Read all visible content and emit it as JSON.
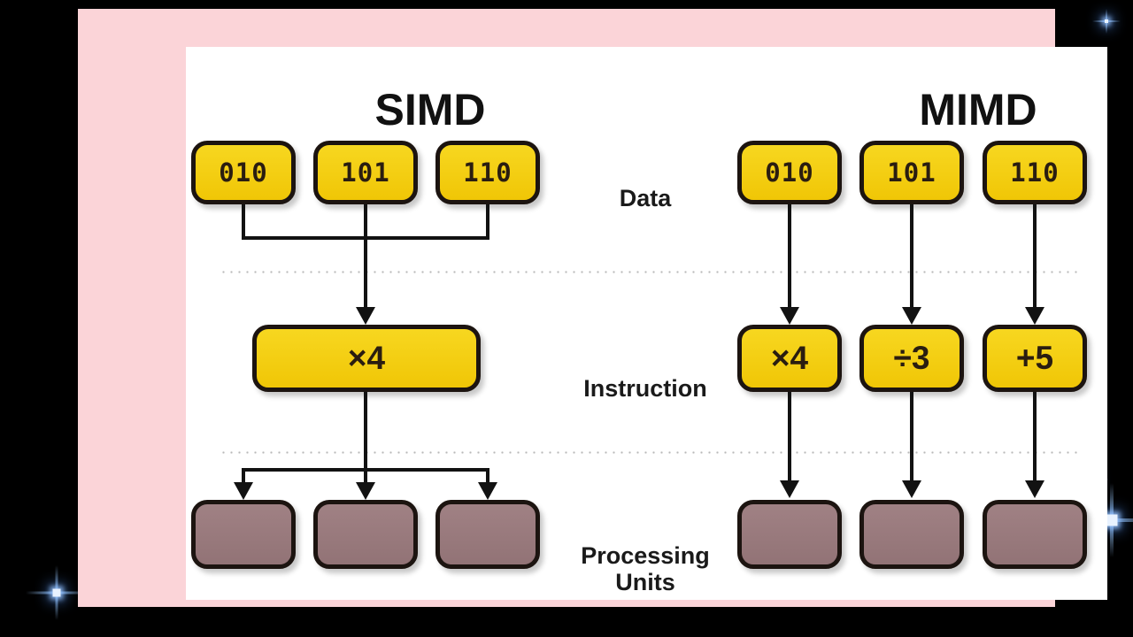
{
  "figure": {
    "title_simd": "SIMD",
    "title_mimd": "MIMD",
    "row_labels": {
      "data": "Data",
      "instruction": "Instruction",
      "processing_units": "Processing\nUnits"
    }
  },
  "colors": {
    "backdrop": "#000000",
    "frame": "#fbd4d8",
    "board": "#ffffff",
    "data_box": "#f5cf0c",
    "instruction_box": "#f5cf0c",
    "processing_unit_box": "#9b7b7e",
    "outline": "#1c1410",
    "connector": "#121212",
    "separator": "#b9b9b9",
    "text": "#1a1a1a",
    "sparkle": "#e8f2ff"
  },
  "simd": {
    "data": [
      {
        "value": "010"
      },
      {
        "value": "101"
      },
      {
        "value": "110"
      }
    ],
    "instruction": [
      {
        "value": "×4"
      }
    ],
    "processing_units": [
      {
        "value": ""
      },
      {
        "value": ""
      },
      {
        "value": ""
      }
    ]
  },
  "mimd": {
    "data": [
      {
        "value": "010"
      },
      {
        "value": "101"
      },
      {
        "value": "110"
      }
    ],
    "instruction": [
      {
        "value": "×4"
      },
      {
        "value": "÷3"
      },
      {
        "value": "+5"
      }
    ],
    "processing_units": [
      {
        "value": ""
      },
      {
        "value": ""
      },
      {
        "value": ""
      }
    ]
  }
}
